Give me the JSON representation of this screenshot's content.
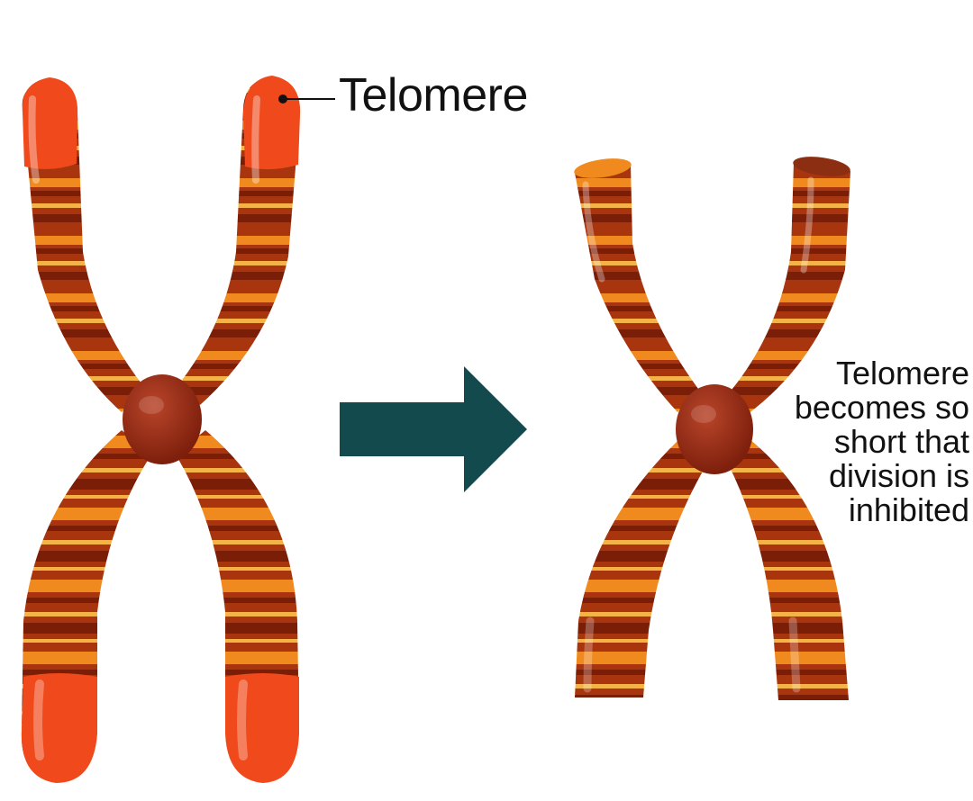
{
  "labels": {
    "telomere": "Telomere",
    "note": [
      "Telomere",
      "becomes so",
      "short that",
      "division is",
      "inhibited"
    ]
  },
  "colors": {
    "arm": "#a8350e",
    "band_orange": "#f08a1e",
    "band_light": "#f5b347",
    "band_dark": "#7a1e08",
    "telomere": "#f04a1c",
    "centromere": "#8c2310",
    "arrow": "#134a4e",
    "text": "#111111"
  },
  "icons": [
    "chromosome-normal",
    "chromosome-shortened",
    "right-arrow-icon"
  ]
}
